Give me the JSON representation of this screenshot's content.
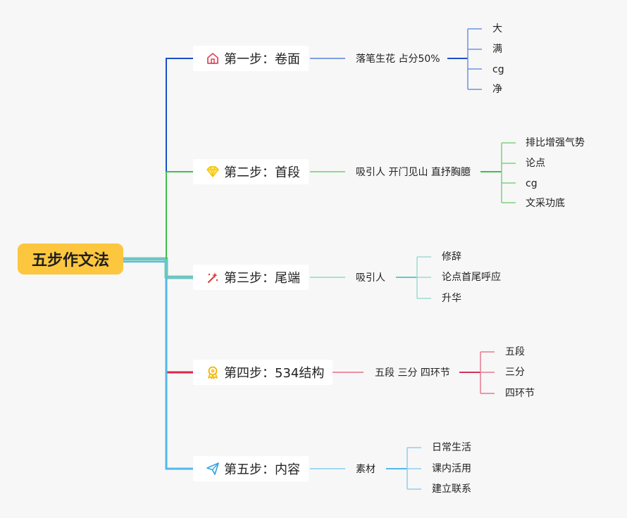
{
  "root": {
    "label": "五步作文法"
  },
  "branches": [
    {
      "label": "第一步：卷面",
      "icon": "home-icon",
      "color": "#1a4fc7",
      "sub": "落笔生花 占分50%",
      "sub_color": "#1d4fc9",
      "leaf_color": "#6d93e0",
      "leaves": [
        "大",
        "满",
        "cg",
        "净"
      ]
    },
    {
      "label": "第二步：首段",
      "icon": "diamond-icon",
      "color": "#3fbf4a",
      "sub": "吸引人 开门见山 直抒胸臆",
      "sub_color": "#3fbf4a",
      "leaf_color": "#7fd07f",
      "leaves": [
        "排比增强气势",
        "论点",
        "cg",
        "文采功底"
      ]
    },
    {
      "label": "第三步：尾端",
      "icon": "magic-wand-icon",
      "color": "#6cc6c0",
      "sub": "吸引人",
      "sub_color": "#6cc6c0",
      "leaf_color": "#9edcd0",
      "leaves": [
        "修辞",
        "论点首尾呼应",
        "升华"
      ]
    },
    {
      "label": "第四步：534结构",
      "icon": "award-medal-icon",
      "color": "#e02448",
      "sub": "五段 三分 四环节",
      "sub_color": "#d4345a",
      "leaf_color": "#e77a8f",
      "leaves": [
        "五段",
        "三分",
        "四环节"
      ]
    },
    {
      "label": "第五步：内容",
      "icon": "paper-plane-icon",
      "color": "#52b8ea",
      "sub": "素材",
      "sub_color": "#52b8ea",
      "leaf_color": "#8dcfee",
      "leaves": [
        "日常生活",
        "课内活用",
        "建立联系"
      ]
    }
  ]
}
